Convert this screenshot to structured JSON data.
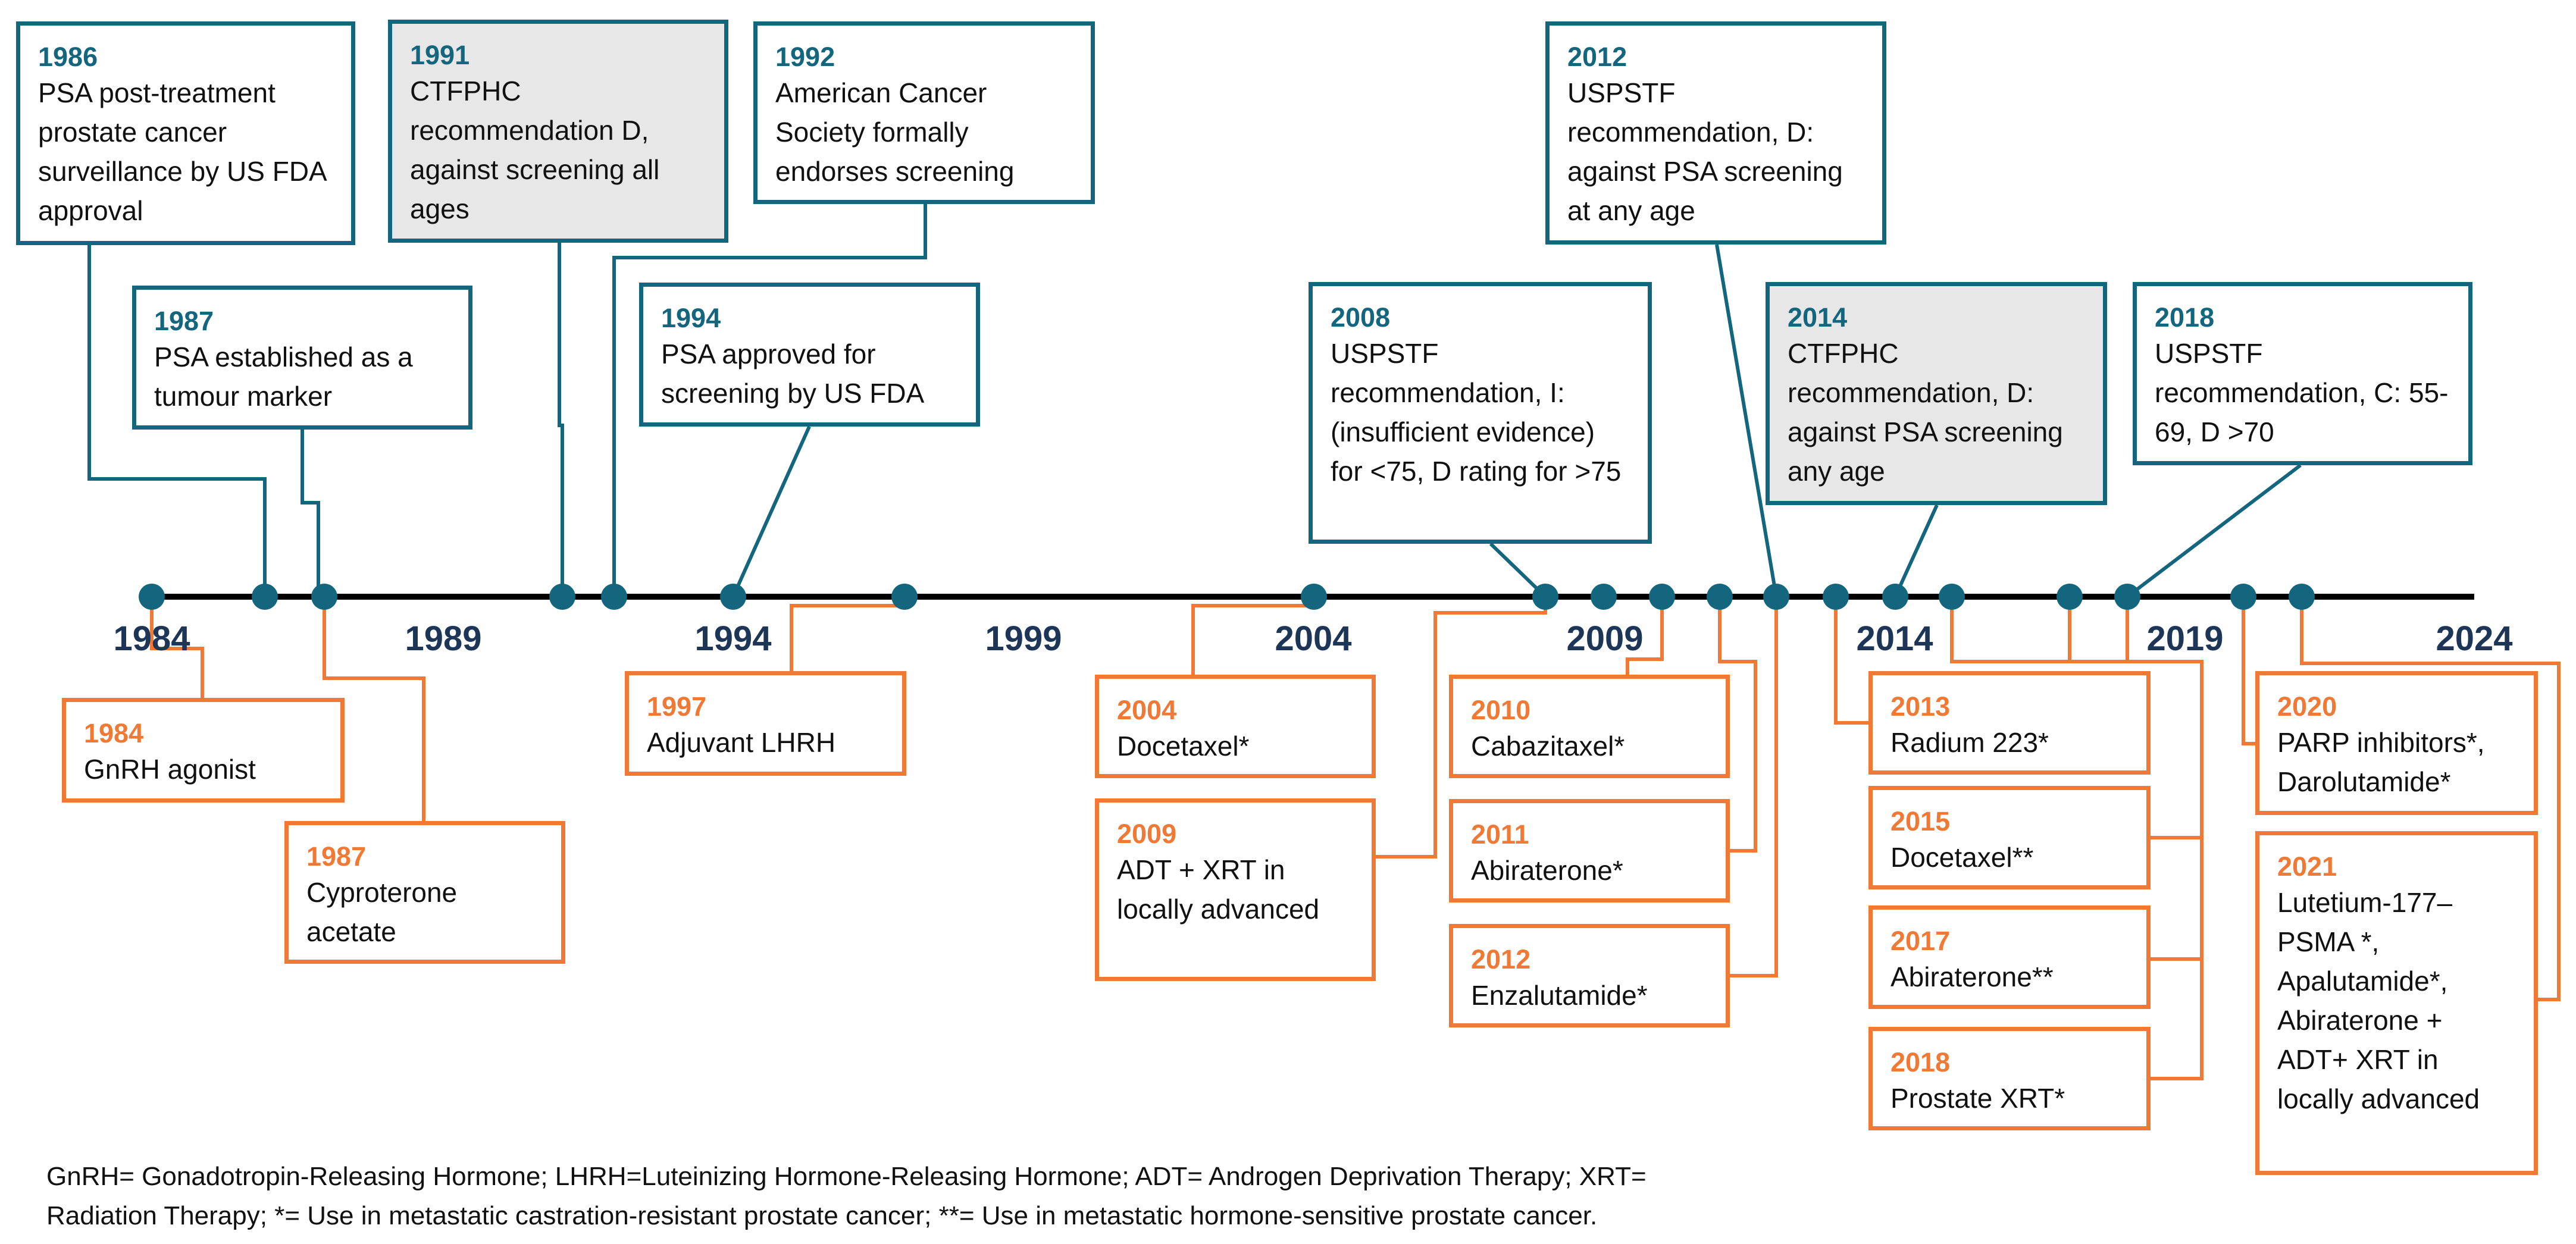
{
  "colors": {
    "timeline": "#000000",
    "dot": "#14667f",
    "blue": "#14667f",
    "orange": "#f07a35",
    "gray_fill": "#e7e7e7"
  },
  "axis_years": [
    "1984",
    "1989",
    "1994",
    "1999",
    "2004",
    "2009",
    "2014",
    "2019",
    "2024"
  ],
  "top_events": [
    {
      "year": "1986",
      "text": "PSA post-treatment prostate cancer surveillance by US FDA approval"
    },
    {
      "year": "1987",
      "text": "PSA established as a tumour marker"
    },
    {
      "year": "1991",
      "text": "CTFPHC recommendation D, against screening all ages"
    },
    {
      "year": "1992",
      "text": "American Cancer Society formally endorses screening"
    },
    {
      "year": "1994",
      "text": "PSA approved for screening by US FDA"
    },
    {
      "year": "2008",
      "text": "USPSTF recommendation, I: (insufficient evidence) for <75, D rating for >75"
    },
    {
      "year": "2012",
      "text": "USPSTF recommendation, D: against PSA screening at any age"
    },
    {
      "year": "2014",
      "text": "CTFPHC recommendation, D: against PSA screening any age"
    },
    {
      "year": "2018",
      "text": "USPSTF recommendation, C: 55-69, D >70"
    }
  ],
  "bottom_events": [
    {
      "year": "1984",
      "text": "GnRH agonist"
    },
    {
      "year": "1987",
      "text": "Cyproterone acetate"
    },
    {
      "year": "1997",
      "text": "Adjuvant LHRH"
    },
    {
      "year": "2004",
      "text": "Docetaxel*"
    },
    {
      "year": "2009",
      "text": "ADT + XRT in locally advanced"
    },
    {
      "year": "2010",
      "text": "Cabazitaxel*"
    },
    {
      "year": "2011",
      "text": "Abiraterone*"
    },
    {
      "year": "2012",
      "text": "Enzalutamide*"
    },
    {
      "year": "2013",
      "text": "Radium 223*"
    },
    {
      "year": "2015",
      "text": "Docetaxel**"
    },
    {
      "year": "2017",
      "text": "Abiraterone**"
    },
    {
      "year": "2018",
      "text": "Prostate XRT*"
    },
    {
      "year": "2020",
      "text": "PARP inhibitors*, Darolutamide*"
    },
    {
      "year": "2021",
      "text": "Lutetium-177–PSMA *, Apalutamide*, Abiraterone + ADT+ XRT in locally advanced"
    }
  ],
  "footnote": "GnRH= Gonadotropin-Releasing Hormone; LHRH=Luteinizing Hormone-Releasing Hormone; ADT= Androgen Deprivation Therapy; XRT=\nRadiation Therapy; *= Use in metastatic castration-resistant prostate cancer; **= Use in metastatic hormone-sensitive prostate cancer."
}
